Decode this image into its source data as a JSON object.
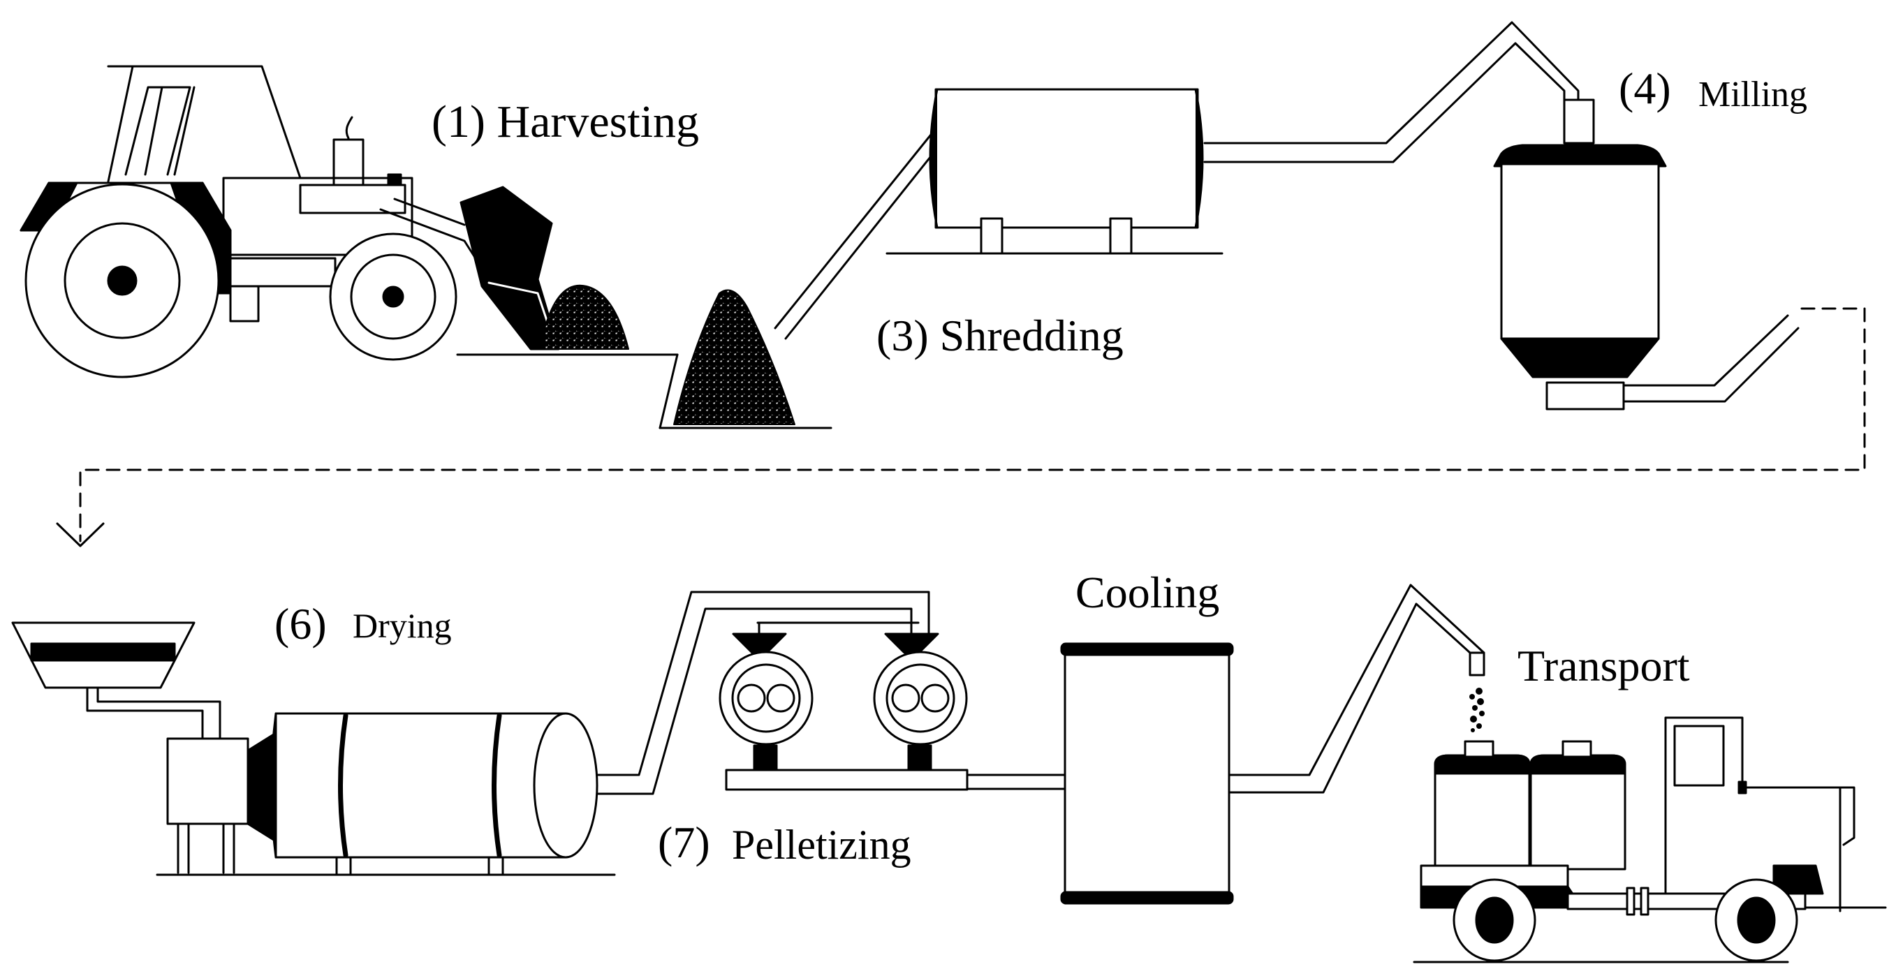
{
  "labels": {
    "harvesting": "(1) Harvesting",
    "shredding": "(3) Shredding",
    "milling_num": "(4)",
    "milling": "Milling",
    "drying_num": "(6)",
    "drying": "Drying",
    "pelletizing_num": "(7)",
    "pelletizing": "Pelletizing",
    "cooling": "Cooling",
    "transport": "Transport"
  },
  "colors": {
    "ink": "#000000",
    "paper": "#ffffff"
  }
}
